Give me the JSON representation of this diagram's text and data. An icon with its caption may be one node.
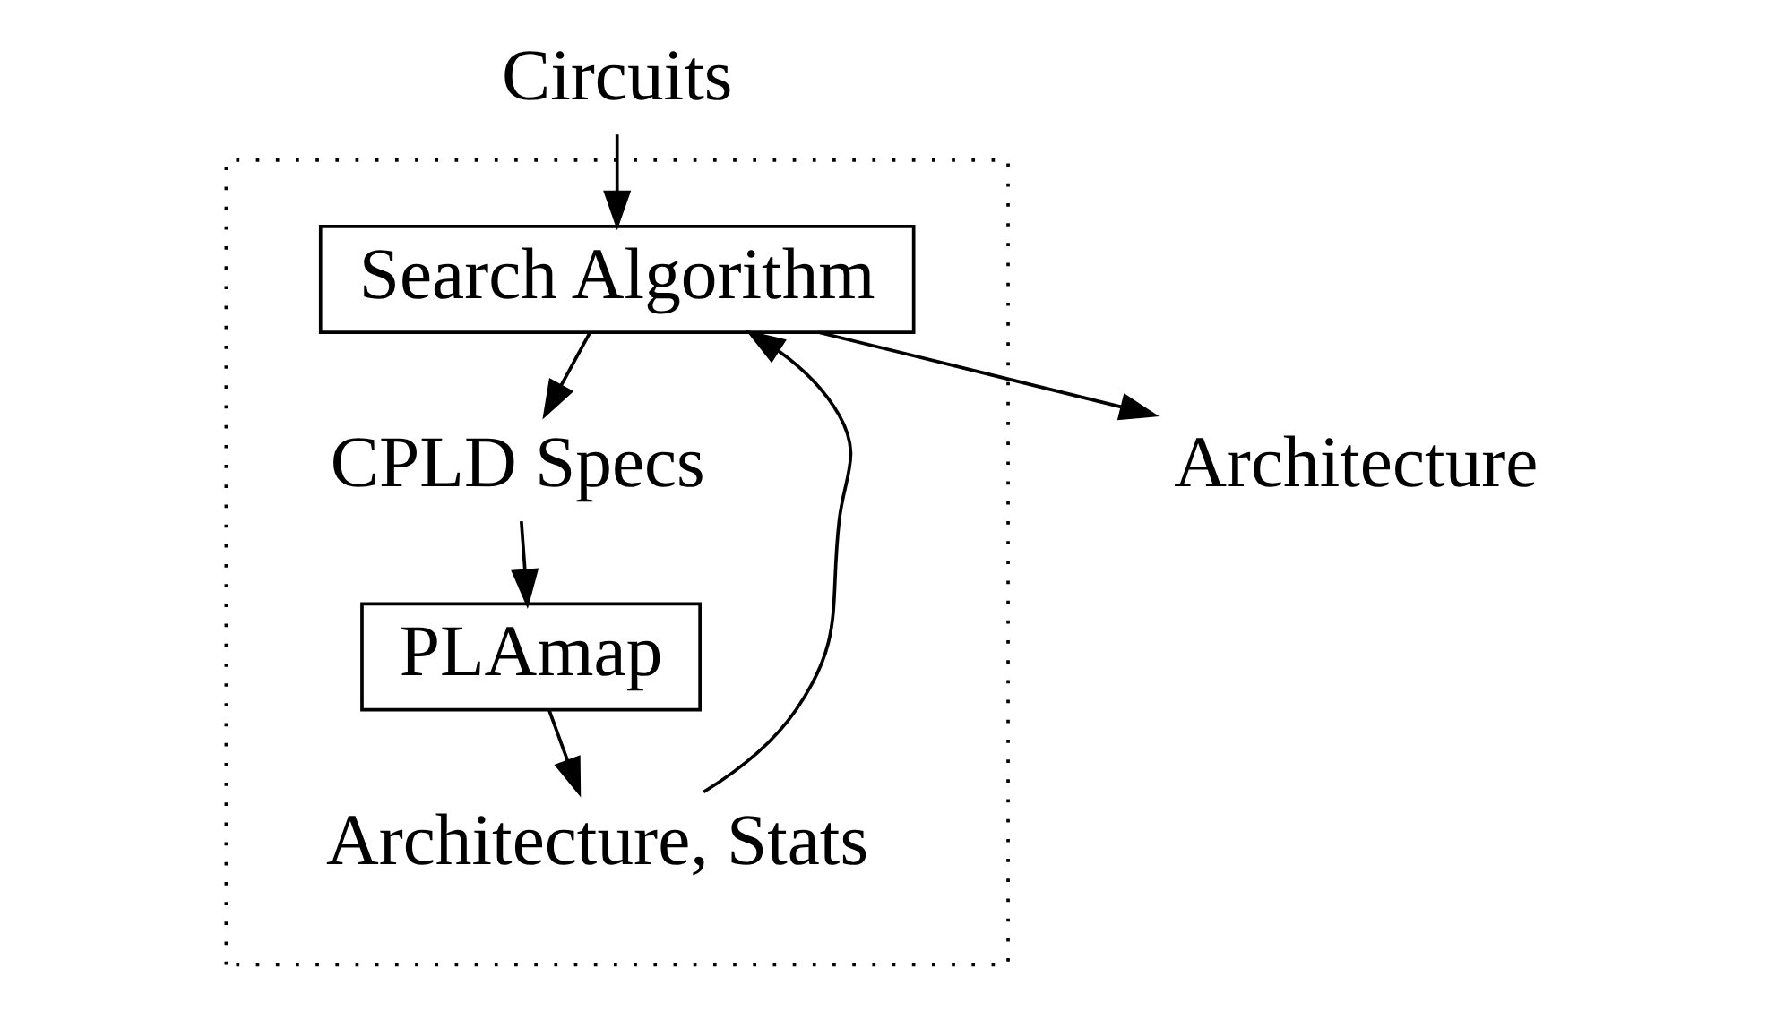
{
  "diagram": {
    "nodes": [
      {
        "text": [],
        "shape": "box"
      },
      {
        "text": [
          "Circuits"
        ]
      },
      {
        "text": [
          "Search Algorithm"
        ],
        "in": 0
      },
      {
        "text": [
          "CPLD Specs"
        ],
        "in": 0
      },
      {
        "text": [
          "PLAmap"
        ],
        "in": 0
      },
      {
        "text": [
          "Architecture, Stats"
        ],
        "in": 0
      },
      {
        "text": [
          "Architecture"
        ]
      }
    ],
    "edges": [
      {
        "from": 1,
        "to": 2,
        "arrow": "to"
      },
      {
        "from": 2,
        "to": 3,
        "arrow": "to"
      },
      {
        "from": 3,
        "to": 4,
        "arrow": "to"
      },
      {
        "from": 4,
        "to": 5,
        "arrow": "to"
      },
      {
        "from": 5,
        "to": 2,
        "arrow": "to"
      },
      {
        "from": 2,
        "to": 6,
        "arrow": "to"
      }
    ]
  }
}
